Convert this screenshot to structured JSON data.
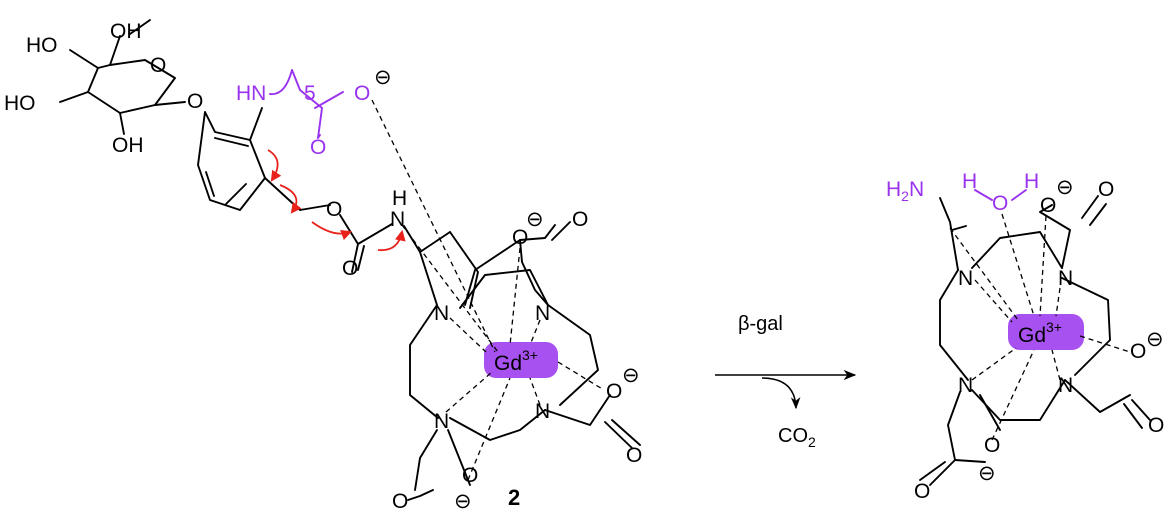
{
  "compound": {
    "label": "2",
    "metal": "Gd",
    "metal_charge": "3+",
    "colors": {
      "purple": "#9933ee",
      "red_arrow": "#e8221b",
      "bond": "#000000"
    }
  },
  "sugar": {
    "ho_1": "HO",
    "oh_top": "OH",
    "ho_2": "HO",
    "oh_bottom": "OH",
    "ring_o": "O",
    "link_o": "O"
  },
  "linker": {
    "hn": "HN",
    "repeat": "5",
    "carbonyl_o": "O",
    "anion_o": "O",
    "benzyl_o": "O",
    "carbamate_o": "O",
    "nh_h": "H",
    "nh_n": "N"
  },
  "macrocycle_left": {
    "n1": "N",
    "n2": "N",
    "n3": "N",
    "n4": "N",
    "o1": "O",
    "o1c": "O",
    "o2": "O",
    "o2c": "O",
    "o3": "O",
    "o3c": "O"
  },
  "reaction": {
    "reagent": "β-gal",
    "byproduct": "CO",
    "byproduct_sub": "2"
  },
  "product": {
    "h2n_h": "H",
    "h2n_sub": "2",
    "h2n_n": "N",
    "water_h1": "H",
    "water_o": "O",
    "water_h2": "H",
    "n1": "N",
    "n2": "N",
    "n3": "N",
    "n4": "N",
    "o1": "O",
    "o1c": "O",
    "o2": "O",
    "o2c": "O",
    "o3": "O",
    "o3c": "O"
  },
  "charges": {
    "minus": "⊖"
  }
}
